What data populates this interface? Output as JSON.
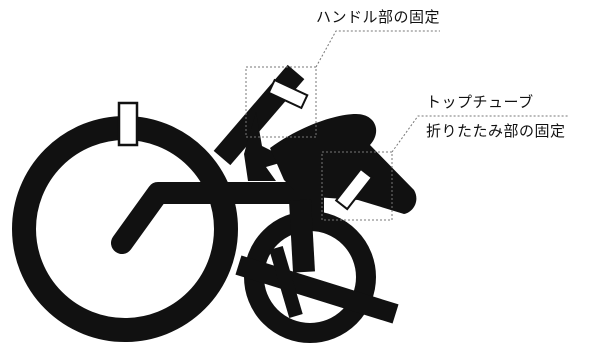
{
  "labels": {
    "handle_fix": "ハンドル部の固定",
    "top_tube_line1": "トップチューブ",
    "top_tube_line2": "折りたたみ部の固定"
  },
  "colors": {
    "ink": "#111111",
    "background": "#ffffff",
    "strap_fill": "#ffffff",
    "leader_line": "#777777"
  }
}
